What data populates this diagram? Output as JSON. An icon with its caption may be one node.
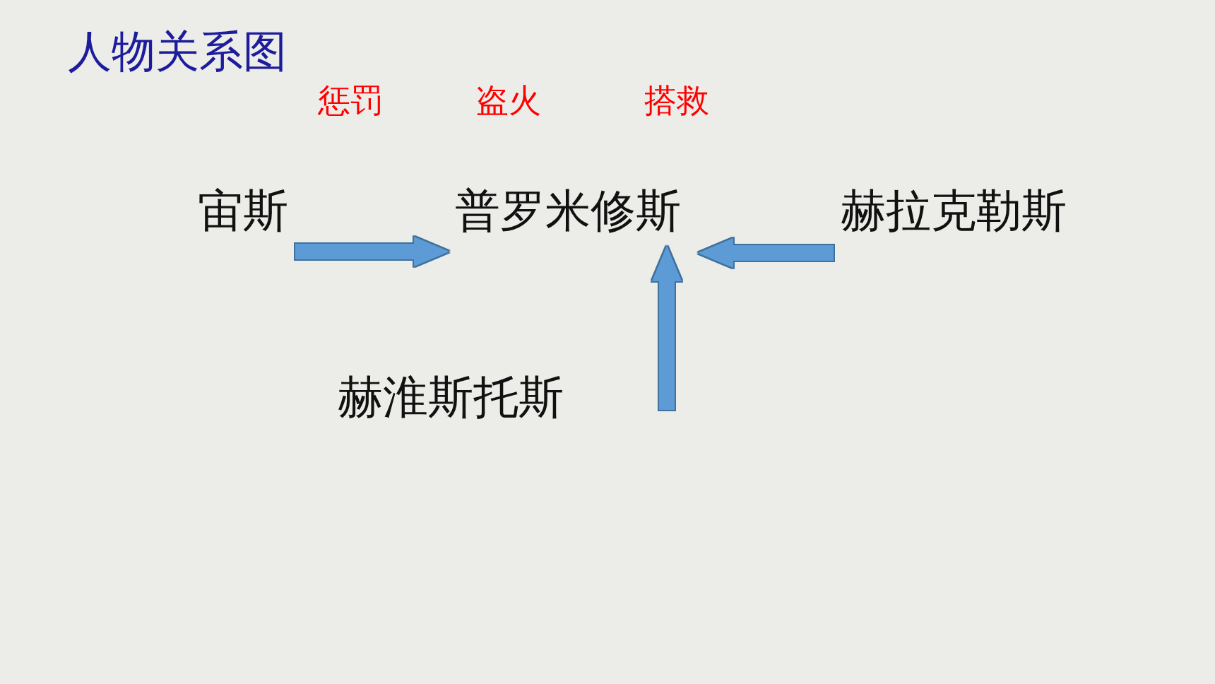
{
  "diagram": {
    "title": "人物关系图",
    "nodes": [
      {
        "text": [
          "宙斯"
        ]
      },
      {
        "text": [
          "普罗米修斯"
        ]
      },
      {
        "text": [
          "赫拉克勒斯"
        ]
      },
      {
        "text": [
          "赫淮斯托斯"
        ]
      }
    ],
    "edges": [
      {
        "from": 0,
        "to": 1,
        "arrow": "to"
      },
      {
        "from": 2,
        "to": 1,
        "arrow": "to"
      },
      {
        "from": null,
        "to": 1,
        "arrow": "to"
      }
    ],
    "labels": [
      "惩罚",
      "盗火",
      "搭救"
    ]
  }
}
